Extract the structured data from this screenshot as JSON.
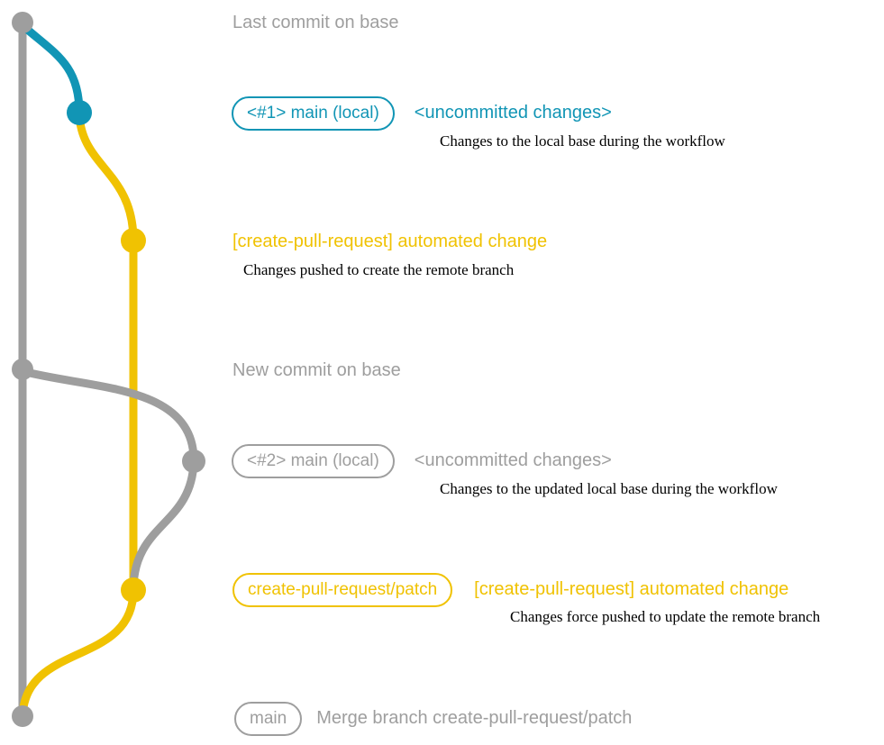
{
  "colors": {
    "gray": "#9e9e9e",
    "teal": "#1195b5",
    "yellow": "#f0c202"
  },
  "graph": {
    "events": {
      "last_commit_on_base": "Last commit on base",
      "new_commit_on_base": "New commit on base"
    },
    "steps": {
      "local1": {
        "badge": "<#1> main (local)",
        "status": "<uncommitted changes>",
        "description": "Changes to the local base during the workflow"
      },
      "push1": {
        "label": "[create-pull-request] automated change",
        "description": "Changes pushed to create the remote branch"
      },
      "local2": {
        "badge": "<#2> main (local)",
        "status": "<uncommitted changes>",
        "description": "Changes to the updated local base during the workflow"
      },
      "push2": {
        "badge": "create-pull-request/patch",
        "label": "[create-pull-request] automated change",
        "description": "Changes force pushed to update the remote branch"
      },
      "merge": {
        "badge": "main",
        "label": "Merge branch create-pull-request/patch"
      }
    }
  }
}
